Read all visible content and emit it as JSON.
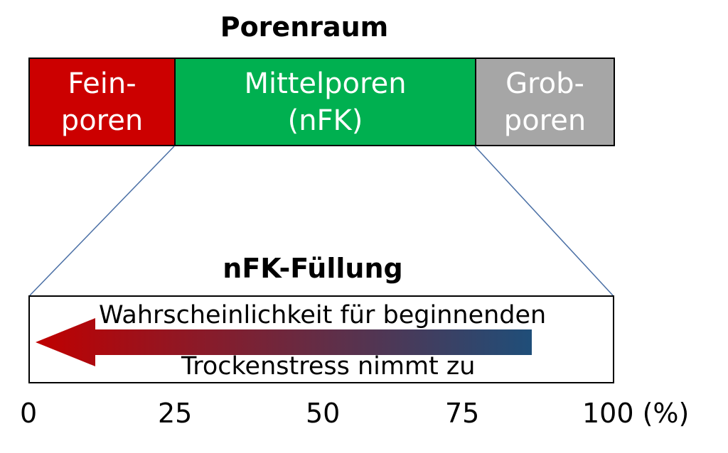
{
  "porenraum": {
    "title": "Porenraum",
    "segments": [
      {
        "line1": "Fein-",
        "line2": "poren",
        "color": "#cc0000"
      },
      {
        "line1": "Mittelporen",
        "line2": "(nFK)",
        "color": "#00b050"
      },
      {
        "line1": "Grob-",
        "line2": "poren",
        "color": "#a6a6a6"
      }
    ]
  },
  "nfk_fuellung": {
    "title": "nFK-Füllung",
    "arrow_text_line1": "Wahrscheinlichkeit für beginnenden",
    "arrow_text_line2": "Trockenstress nimmt zu",
    "arrow_color_start": "#c00000",
    "arrow_color_end": "#1f4e79"
  },
  "scale": {
    "ticks": [
      "0",
      "25",
      "50",
      "75",
      "100 (%)"
    ]
  },
  "colors": {
    "connector": "#4a6fa5"
  }
}
